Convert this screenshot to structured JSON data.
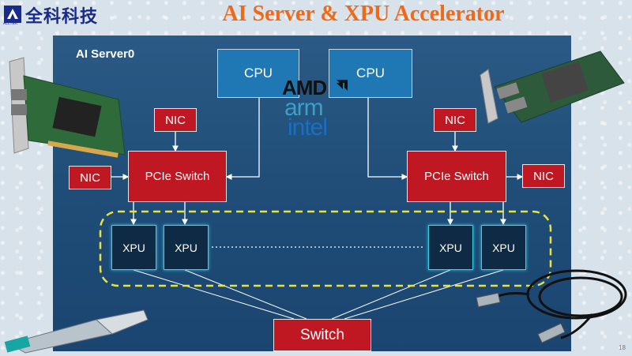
{
  "header": {
    "logo_text": "全科科技",
    "logo_sub": "ALLTEK",
    "title": "AI Server & XPU Accelerator"
  },
  "diagram": {
    "server_label": "AI Server0",
    "cpu_left": "CPU",
    "cpu_right": "CPU",
    "vendors": {
      "amd": "AMD",
      "arm": "arm",
      "intel": "intel"
    },
    "nic_top_left": "NIC",
    "nic_side_left": "NIC",
    "nic_top_right": "NIC",
    "nic_side_right": "NIC",
    "pcie_left": "PCIe Switch",
    "pcie_right": "PCIe Switch",
    "xpus": [
      "XPU",
      "XPU",
      "XPU",
      "XPU"
    ],
    "switch": "Switch"
  },
  "colors": {
    "title": "#ee6a1a",
    "panel": "#1f4d78",
    "cpu": "#1f78b4",
    "red_box": "#c01823",
    "xpu_glow": "#3ad0e6",
    "dashed_outline": "#e8e23a"
  },
  "footer": {
    "page_number": "18"
  }
}
